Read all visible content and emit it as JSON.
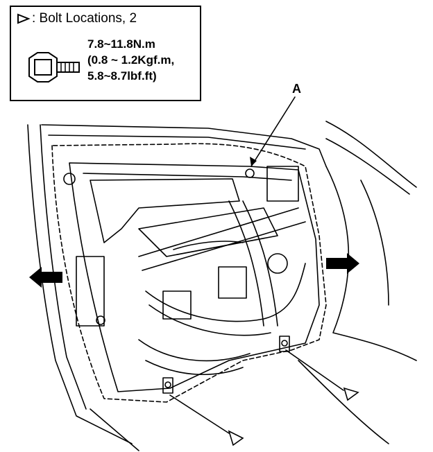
{
  "legend": {
    "symbol_label": ": Bolt Locations, 2",
    "torque_nm": "7.8~11.8N.m",
    "torque_kgf": "(0.8 ~ 1.2Kgf.m,",
    "torque_lbf": "5.8~8.7lbf.ft)"
  },
  "callouts": {
    "a": "A"
  },
  "icons": [
    "triangle-marker-icon",
    "bolt-icon",
    "arrow-left-icon",
    "arrow-right-icon"
  ],
  "colors": {
    "line": "#000000",
    "background": "#ffffff"
  }
}
